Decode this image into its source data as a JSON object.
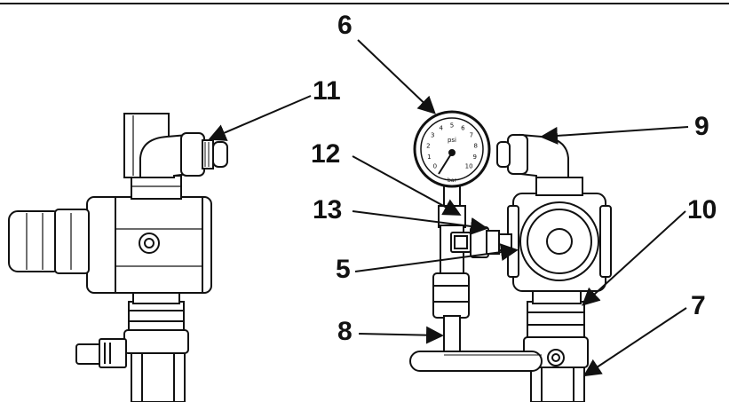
{
  "diagram": {
    "callouts": [
      {
        "id": "6",
        "label": "6"
      },
      {
        "id": "11",
        "label": "11"
      },
      {
        "id": "9",
        "label": "9"
      },
      {
        "id": "12",
        "label": "12"
      },
      {
        "id": "13",
        "label": "13"
      },
      {
        "id": "10",
        "label": "10"
      },
      {
        "id": "5",
        "label": "5"
      },
      {
        "id": "7",
        "label": "7"
      },
      {
        "id": "8",
        "label": "8"
      }
    ],
    "gauge": {
      "dial_numbers": [
        "0",
        "1",
        "2",
        "3",
        "4",
        "5",
        "6",
        "7",
        "8",
        "9",
        "10"
      ],
      "unit_top": "psi",
      "unit_bottom": "bar"
    }
  },
  "colors": {
    "ink": "#111111",
    "paper": "#ffffff",
    "shade": "#d9d9d9"
  }
}
